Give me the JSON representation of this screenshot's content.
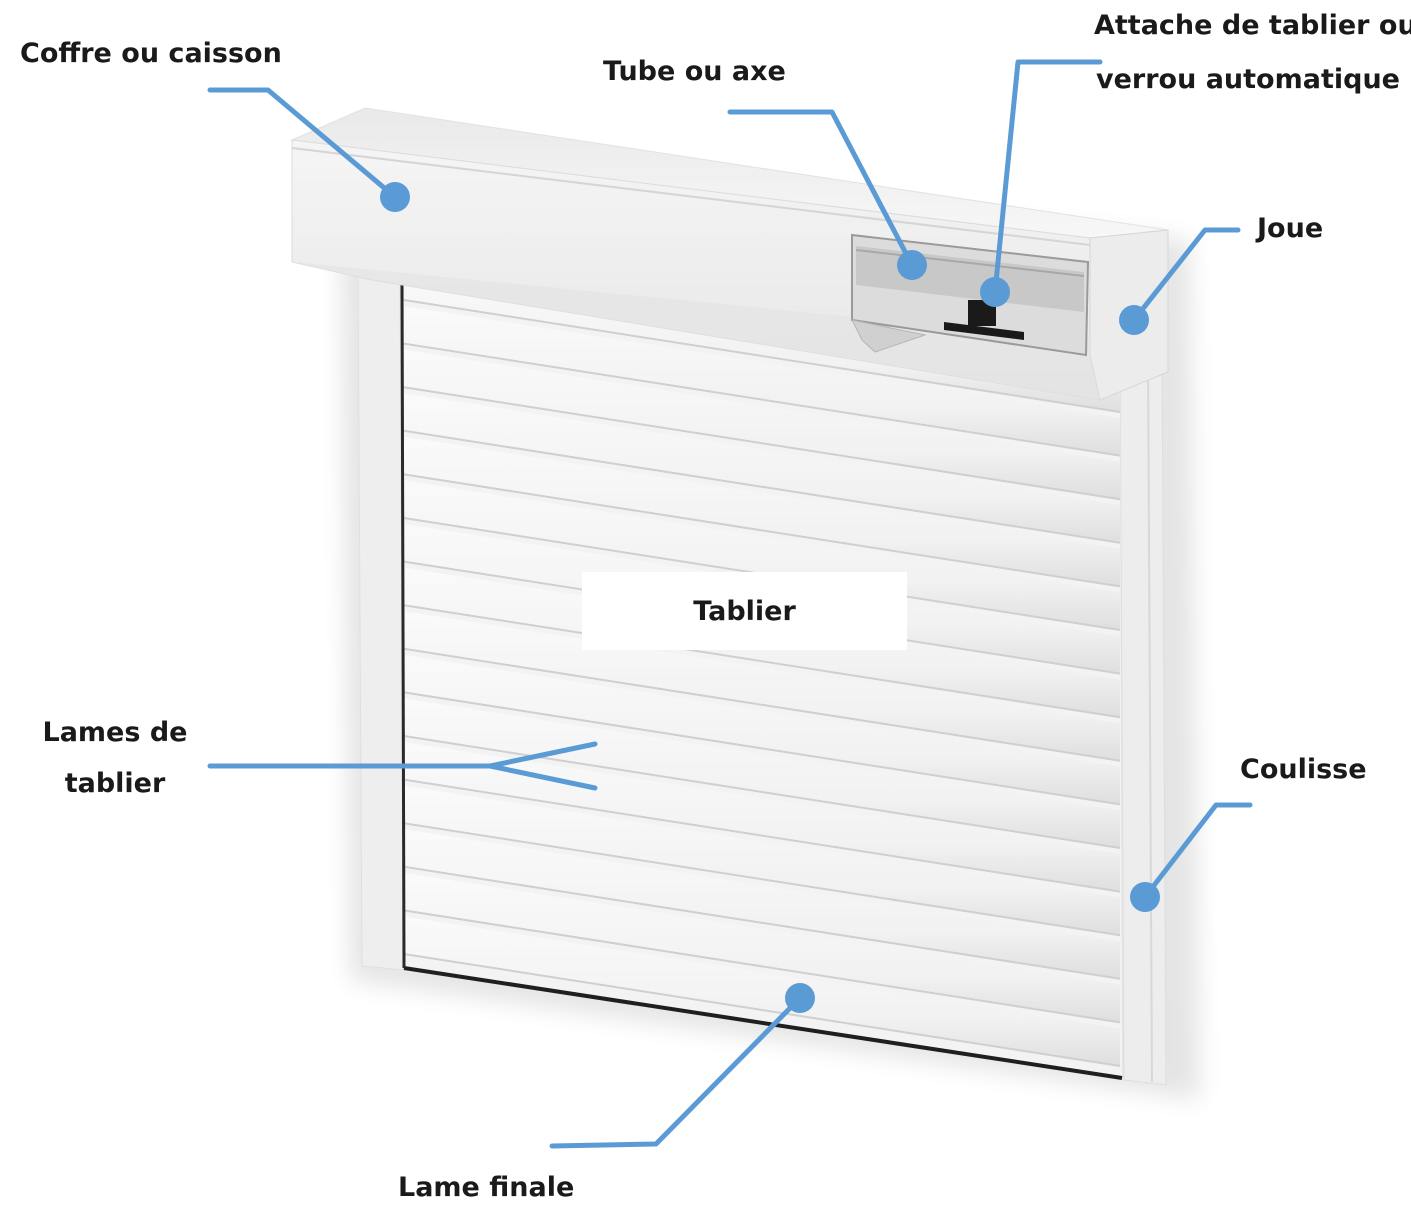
{
  "colors": {
    "leader": "#5b9bd5",
    "label_text": "#1a1a1a",
    "shutter_body": "#f2f2f2",
    "shutter_shadow": "#d9d9d9",
    "frame": "#ececec",
    "final_bar": "#1f1f1f"
  },
  "labels": {
    "coffre": "Coffre ou caisson",
    "tube": "Tube ou axe",
    "attache_line1": "Attache de tablier ou",
    "attache_line2": "verrou automatique",
    "joue": "Joue",
    "tablier": "Tablier",
    "lames_line1": "Lames de",
    "lames_line2": "tablier",
    "coulisse": "Coulisse",
    "lame_finale": "Lame finale"
  }
}
